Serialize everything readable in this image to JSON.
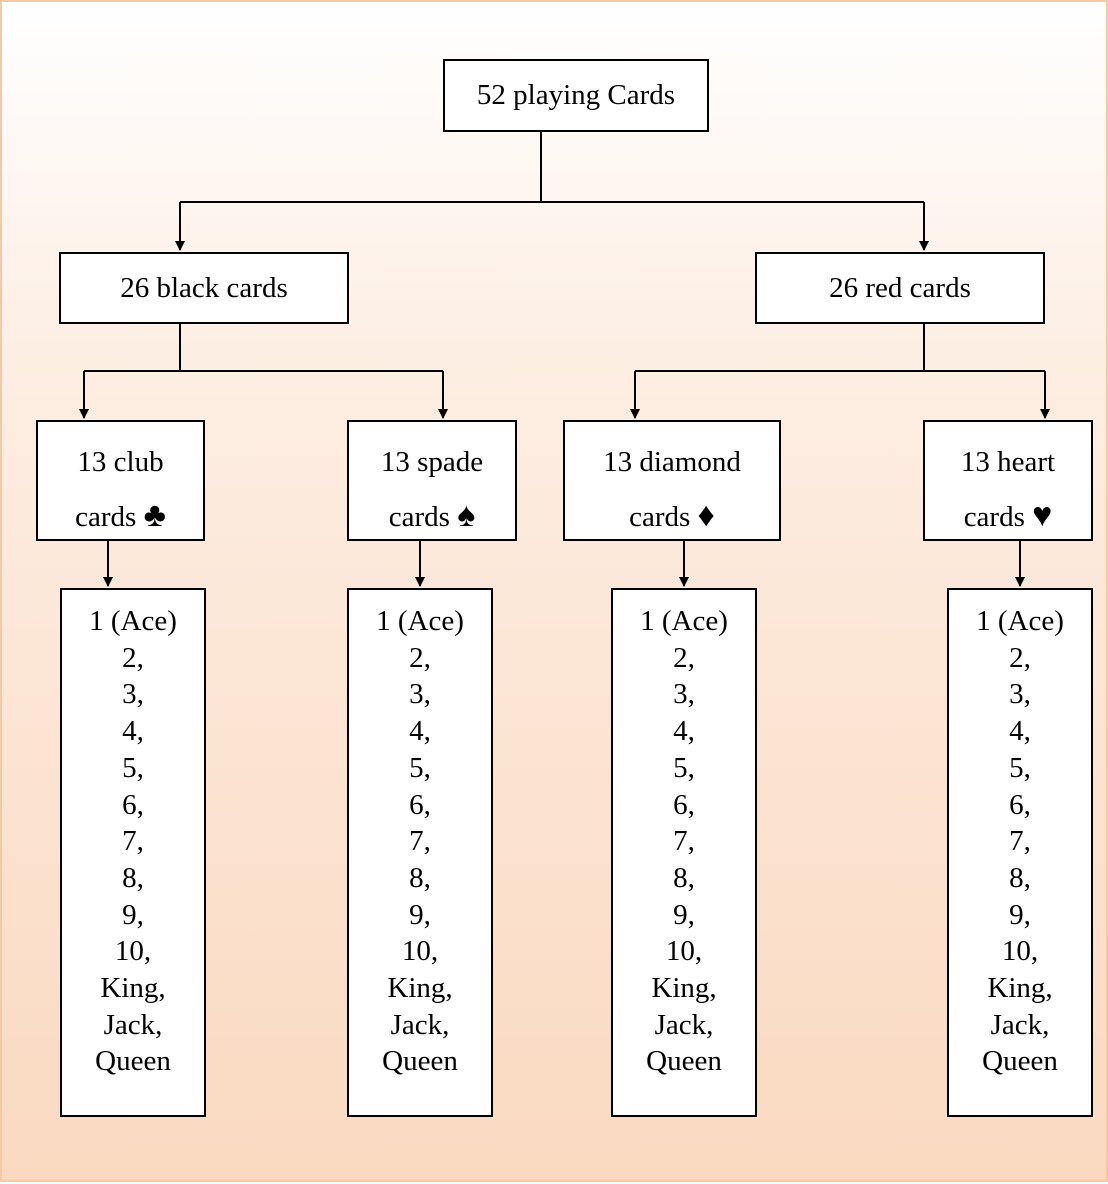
{
  "diagram": {
    "root": {
      "label": "52 playing Cards"
    },
    "colors": [
      {
        "label": "26 black cards",
        "suits": [
          {
            "line1": "13 club",
            "line2": "cards",
            "symbol": "♣",
            "symbol_name": "club-icon"
          },
          {
            "line1": "13 spade",
            "line2": "cards",
            "symbol": "♠",
            "symbol_name": "spade-icon"
          }
        ]
      },
      {
        "label": "26 red cards",
        "suits": [
          {
            "line1": "13 diamond",
            "line2": "cards",
            "symbol": "♦",
            "symbol_name": "diamond-icon"
          },
          {
            "line1": "13 heart",
            "line2": "cards",
            "symbol": "♥",
            "symbol_name": "heart-icon"
          }
        ]
      }
    ],
    "card_list": [
      "1 (Ace)",
      "2,",
      "3,",
      "4,",
      "5,",
      "6,",
      "7,",
      "8,",
      "9,",
      "10,",
      "King,",
      "Jack,",
      "Queen"
    ],
    "connector_color": "#000000",
    "box_border_color": "#000000",
    "frame_border_color": "#f3c9a6",
    "background_gradient": [
      "#ffffff",
      "#fad9c0"
    ]
  }
}
